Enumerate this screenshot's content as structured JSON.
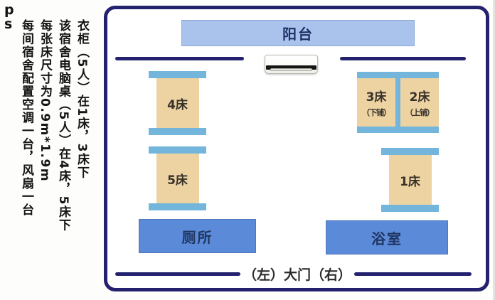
{
  "ps": {
    "line1": "p",
    "line2": "s"
  },
  "notes": {
    "wardrobe": "衣柜（5人）在1床，3床下",
    "desk": "该宿舍电脑桌（5人）在4床，5床下",
    "bed_size": "每张床尺寸为0.9m*1.9m",
    "appliances": "每间宿舍配置空调一台，风扇一台"
  },
  "room": {
    "balcony_label": "阳台",
    "toilet_label": "厕所",
    "bathroom_label": "浴室",
    "door_label": "（左）大门（右）",
    "beds": {
      "bed1": {
        "label": "1床"
      },
      "bed2": {
        "label": "2床",
        "sub": "（上铺）"
      },
      "bed3": {
        "label": "3床",
        "sub": "（下铺）"
      },
      "bed4": {
        "label": "4床"
      },
      "bed5": {
        "label": "5床"
      }
    },
    "icons": {
      "air_conditioner": "wall-mounted-split-ac"
    }
  },
  "colors": {
    "outline_navy": "#24226e",
    "balcony_fill": "#a9c3ed",
    "bed_bar_blue": "#74b6db",
    "bed_body_tan": "#edd2a2",
    "facility_blue": "#5b8bd8",
    "text_dark": "#151515"
  }
}
